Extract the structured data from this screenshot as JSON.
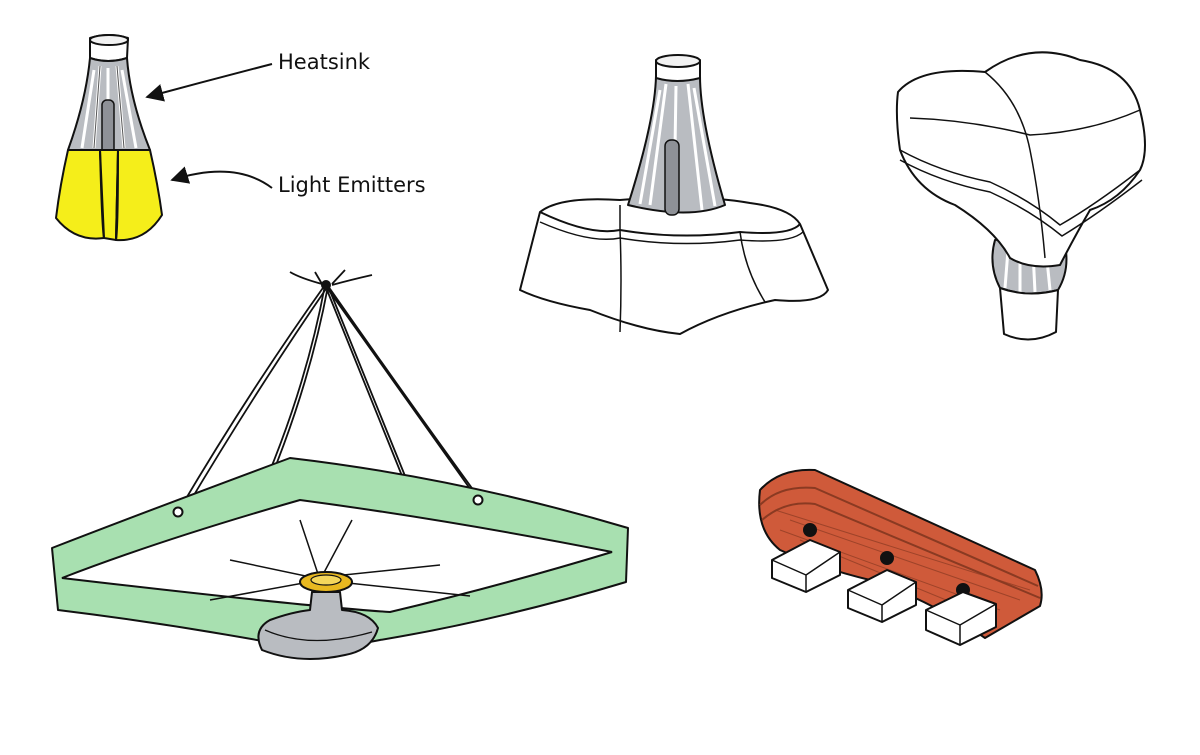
{
  "callouts": {
    "heatsink": "Heatsink",
    "light_emitters": "Light Emitters"
  },
  "sketches": [
    {
      "name": "bulb-with-heatsink-and-light-emitters",
      "colors": [
        "#f5ee1a",
        "#b9bcc1"
      ]
    },
    {
      "name": "heatsink-on-soft-cushion-base",
      "colors": [
        "#b9bcc1"
      ]
    },
    {
      "name": "cushion-cap-on-heatsink",
      "colors": [
        "#b9bcc1"
      ]
    },
    {
      "name": "square-ring-pendant-lamp",
      "colors": [
        "#a8e0b0",
        "#e8b820",
        "#b9bcc1"
      ]
    },
    {
      "name": "wooden-bar-with-three-lights",
      "colors": [
        "#cf5a3a",
        "#8a3a22"
      ]
    }
  ]
}
